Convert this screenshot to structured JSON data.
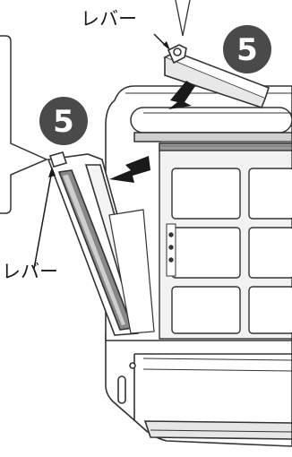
{
  "labels": {
    "lever_top": "レバー",
    "lever_left": "レバー"
  },
  "steps": {
    "top_right": "5",
    "left": "5"
  },
  "colors": {
    "step_badge": "#4a4a4a",
    "line": "#1a1a1a",
    "outline": "#333333",
    "panel_fill": "#ffffff",
    "shade": "#d9d9d9",
    "dark_shade": "#bfbfbf",
    "grille": "#888888"
  },
  "icons": {
    "arrow": "filled-arrow",
    "badge": "filled-circle"
  }
}
